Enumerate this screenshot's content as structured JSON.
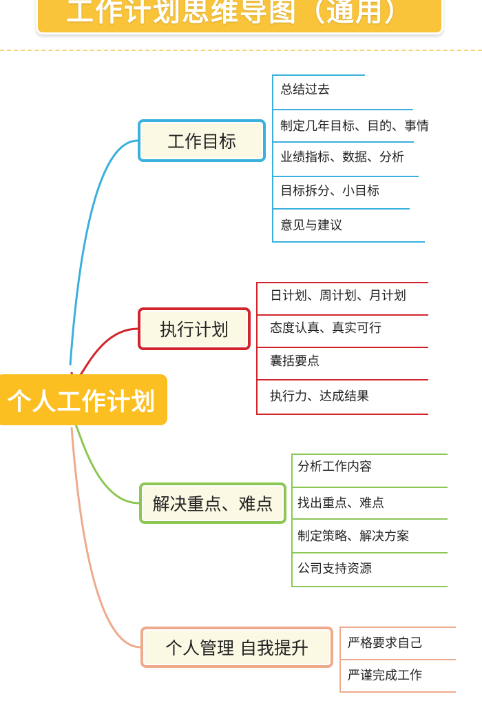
{
  "title": "工作计划思维导图（通用）",
  "root": "个人工作计划",
  "colors": {
    "title_bg": "#f9c43a",
    "root_bg": "#fbbf22",
    "blue": "#3ab0dc",
    "red": "#d1242b",
    "green": "#8cc653",
    "salmon": "#efaa8c"
  },
  "branches": [
    {
      "label": "工作目标",
      "color": "blue",
      "items": [
        "总结过去",
        "制定几年目标、目的、事情",
        "业绩指标、数据、分析",
        "目标拆分、小目标",
        "意见与建议"
      ]
    },
    {
      "label": "执行计划",
      "color": "red",
      "items": [
        "日计划、周计划、月计划",
        "态度认真、真实可行",
        "囊括要点",
        "执行力、达成结果"
      ]
    },
    {
      "label": "解决重点、难点",
      "color": "green",
      "items": [
        "分析工作内容",
        "找出重点、难点",
        "制定策略、解决方案",
        "公司支持资源"
      ]
    },
    {
      "label": "个人管理  自我提升",
      "color": "salmon",
      "items": [
        "严格要求自己",
        "严谨完成工作"
      ]
    }
  ]
}
